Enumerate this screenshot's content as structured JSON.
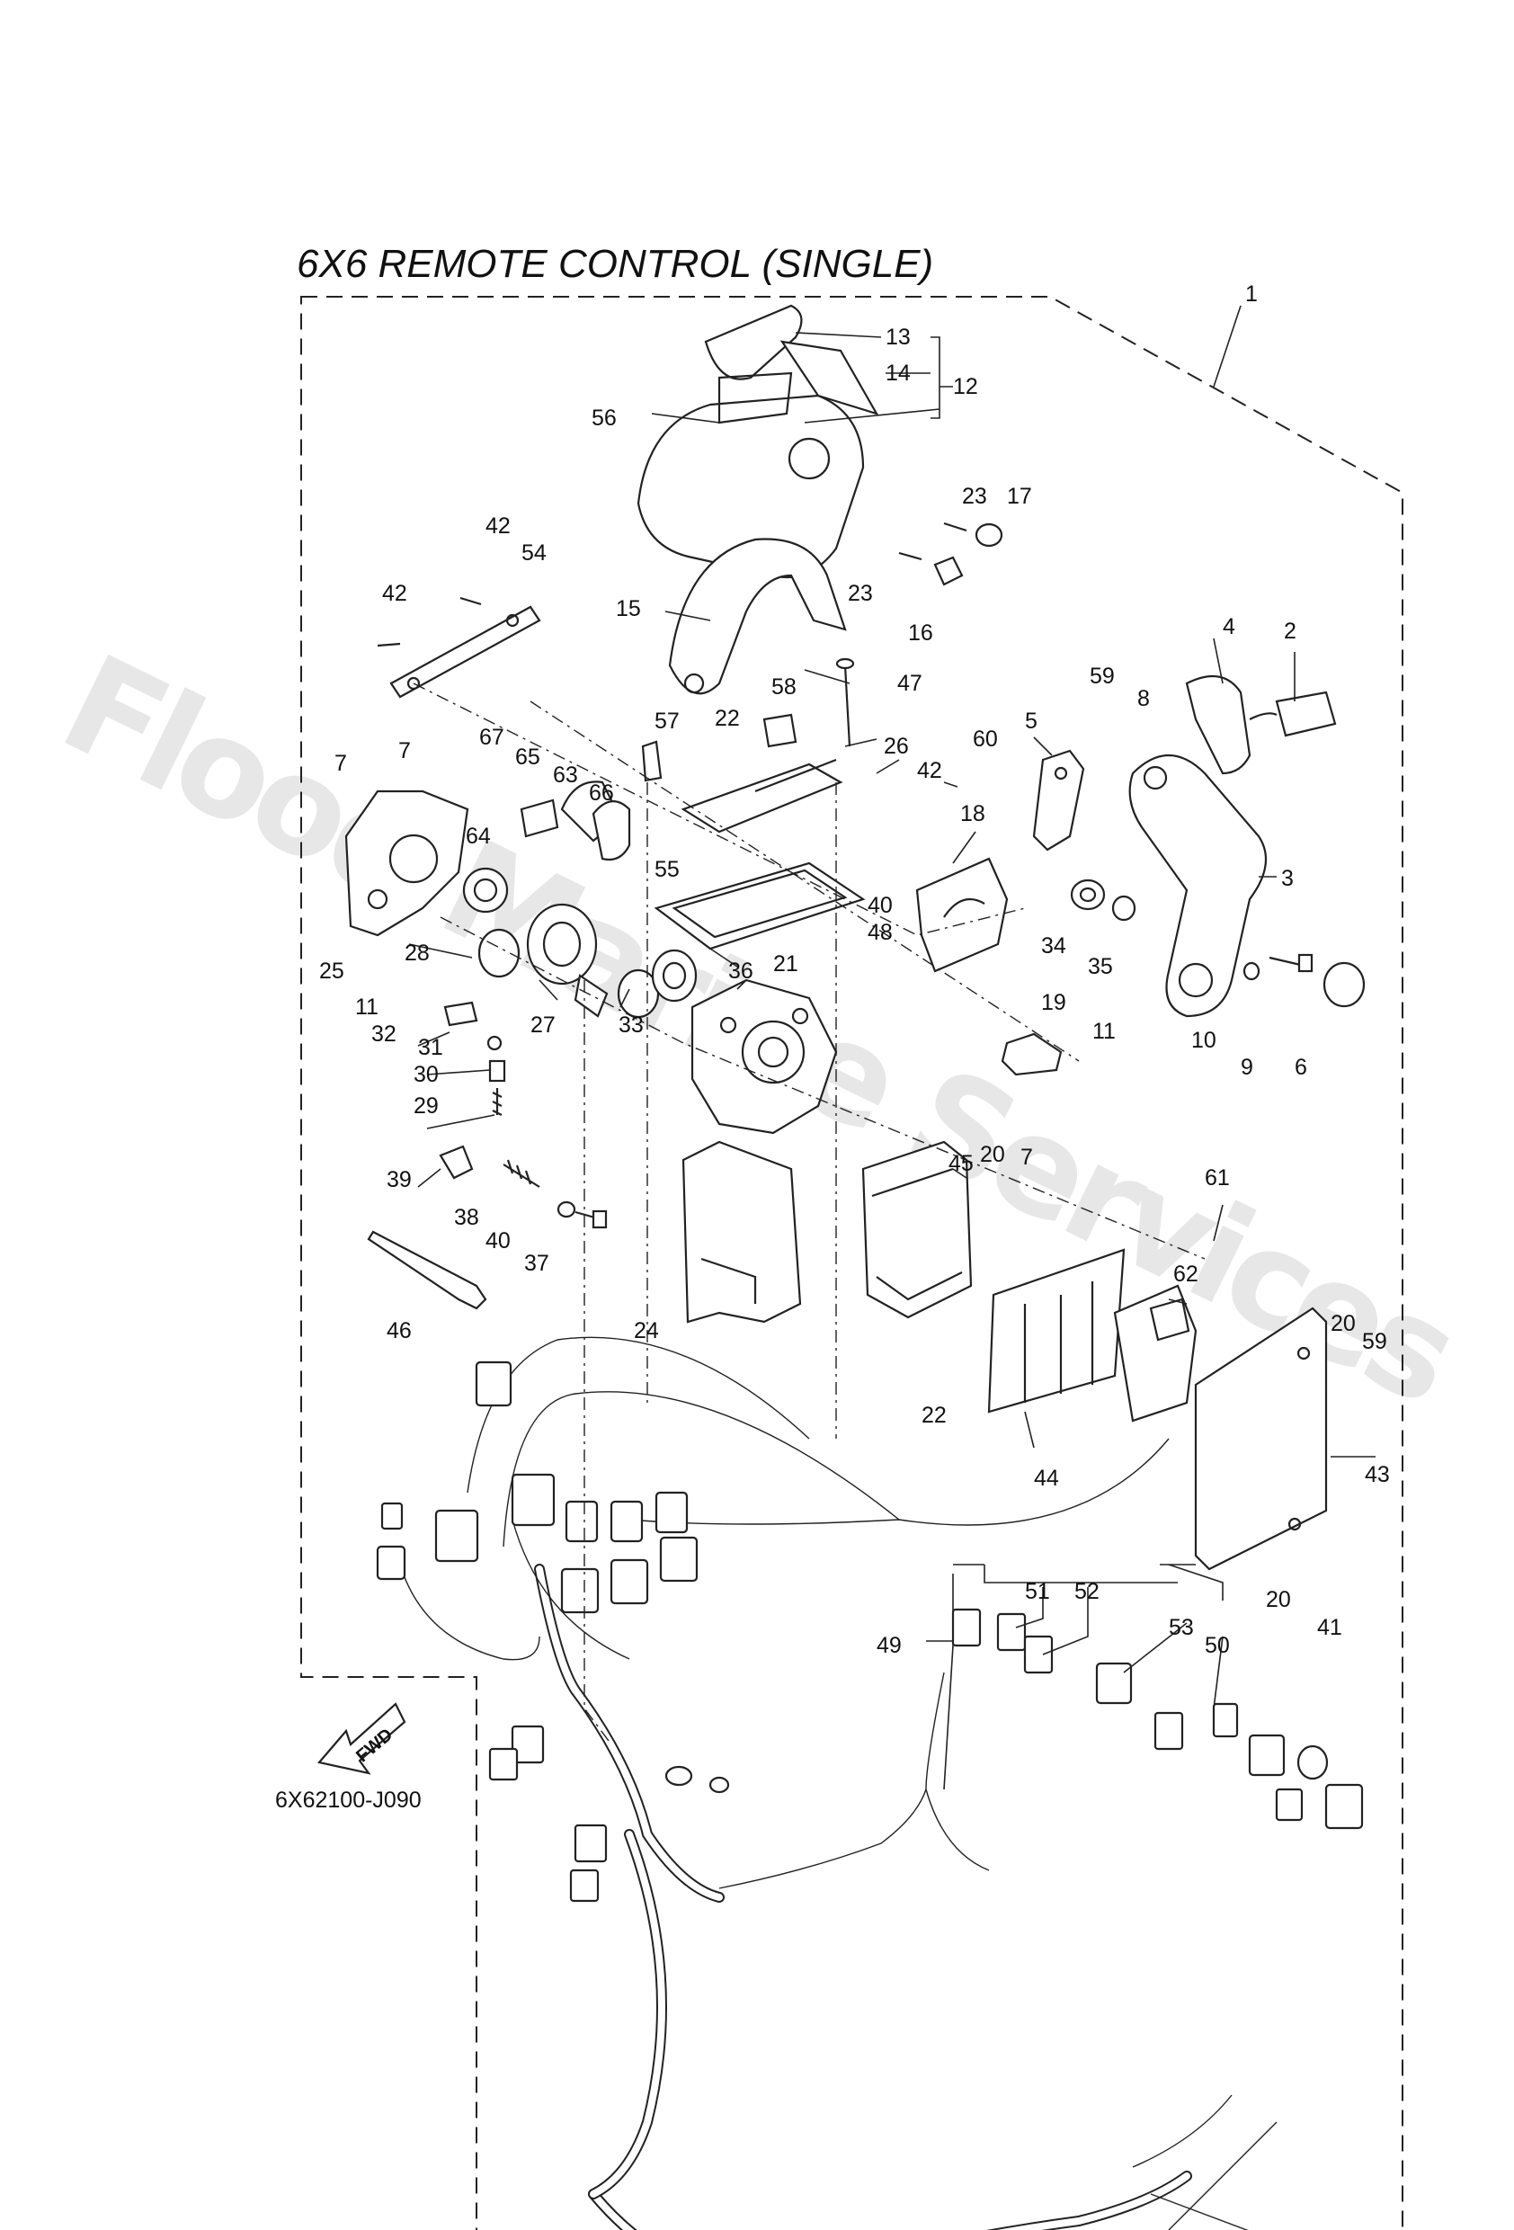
{
  "title": "6X6 REMOTE CONTROL (SINGLE)",
  "drawing_code": "6X62100-J090",
  "watermark": "Flood Marine Services",
  "fwd_label": "FWD",
  "callouts": [
    "1",
    "2",
    "3",
    "4",
    "5",
    "6",
    "7",
    "7",
    "7",
    "8",
    "9",
    "10",
    "11",
    "11",
    "12",
    "13",
    "14",
    "15",
    "16",
    "17",
    "18",
    "19",
    "20",
    "20",
    "20",
    "21",
    "22",
    "22",
    "23",
    "23",
    "24",
    "25",
    "26",
    "27",
    "28",
    "29",
    "30",
    "31",
    "32",
    "33",
    "34",
    "35",
    "36",
    "37",
    "38",
    "39",
    "40",
    "40",
    "41",
    "42",
    "42",
    "42",
    "43",
    "44",
    "45",
    "46",
    "47",
    "48",
    "49",
    "50",
    "51",
    "52",
    "53",
    "54",
    "55",
    "56",
    "57",
    "58",
    "59",
    "59",
    "60",
    "61",
    "62",
    "63",
    "64",
    "65",
    "66",
    "67"
  ]
}
